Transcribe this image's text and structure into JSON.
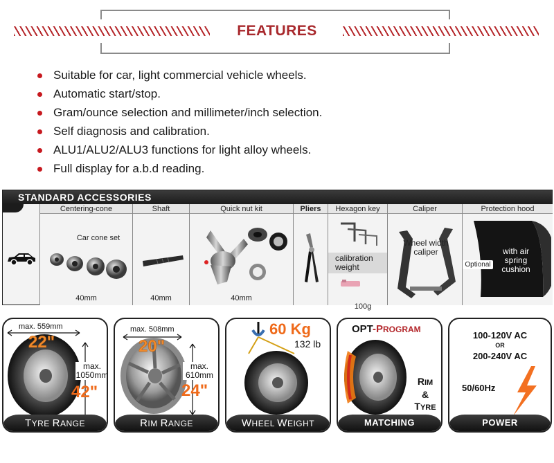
{
  "features": {
    "title": "FEATURES",
    "items": [
      "Suitable for car, light commercial vehicle wheels.",
      "Automatic start/stop.",
      "Gram/ounce selection and millimeter/inch selection.",
      "Self diagnosis and calibration.",
      "ALU1/ALU2/ALU3 functions for light alloy wheels.",
      "Full display for a.b.d reading."
    ],
    "bullet_color": "#c7191f",
    "title_color": "#a8282c"
  },
  "accessories": {
    "title": "STANDARD ACCESSORIES",
    "columns": [
      {
        "head": "Centering-cone",
        "note": "Car cone set",
        "qty": "40mm"
      },
      {
        "head": "Shaft",
        "qty": "40mm"
      },
      {
        "head": "Quick nut kit",
        "qty": "40mm"
      },
      {
        "head": "Pliers"
      },
      {
        "head": "Hexagon key",
        "note": "calibration weight",
        "qty": "100g"
      },
      {
        "head": "Caliper",
        "note": "Wheel width caliper"
      },
      {
        "head": "Protection hood",
        "optional": "Optional",
        "note": "with air spring cushion"
      }
    ]
  },
  "specs": {
    "tyre": {
      "max_width": "max. 559mm",
      "rim_in": "22\"",
      "max_dia": "max. 1050mm",
      "dia_in": "42\"",
      "foot_first": "T",
      "foot_rest": "YRE ",
      "foot_first2": "R",
      "foot_rest2": "ANGE"
    },
    "rim": {
      "max_width": "max. 508mm",
      "width_in": "20\"",
      "max_dia": "max. 610mm",
      "dia_in": "24\"",
      "foot_first": "R",
      "foot_rest": "IM ",
      "foot_first2": "R",
      "foot_rest2": "ANGE"
    },
    "weight": {
      "kg": "60 Kg",
      "lb": "132 lb",
      "foot_first": "W",
      "foot_rest": "HEEL ",
      "foot_first2": "W",
      "foot_rest2": "EIGHT"
    },
    "opt": {
      "title_big": "OPT",
      "title_rest": "-P",
      "title_rest2": "ROGRAM",
      "rim": "R",
      "rim_rest": "IM",
      "amp": "&",
      "tyre": "T",
      "tyre_rest": "YRE",
      "foot": "MATCHING"
    },
    "power": {
      "line1": "100-120V AC",
      "or": "OR",
      "line2": "200-240V AC",
      "hz": "50/60Hz",
      "foot": "POWER"
    }
  },
  "colors": {
    "accent_orange": "#ef6a1a",
    "dark": "#222222",
    "bolt": "#f37021"
  }
}
